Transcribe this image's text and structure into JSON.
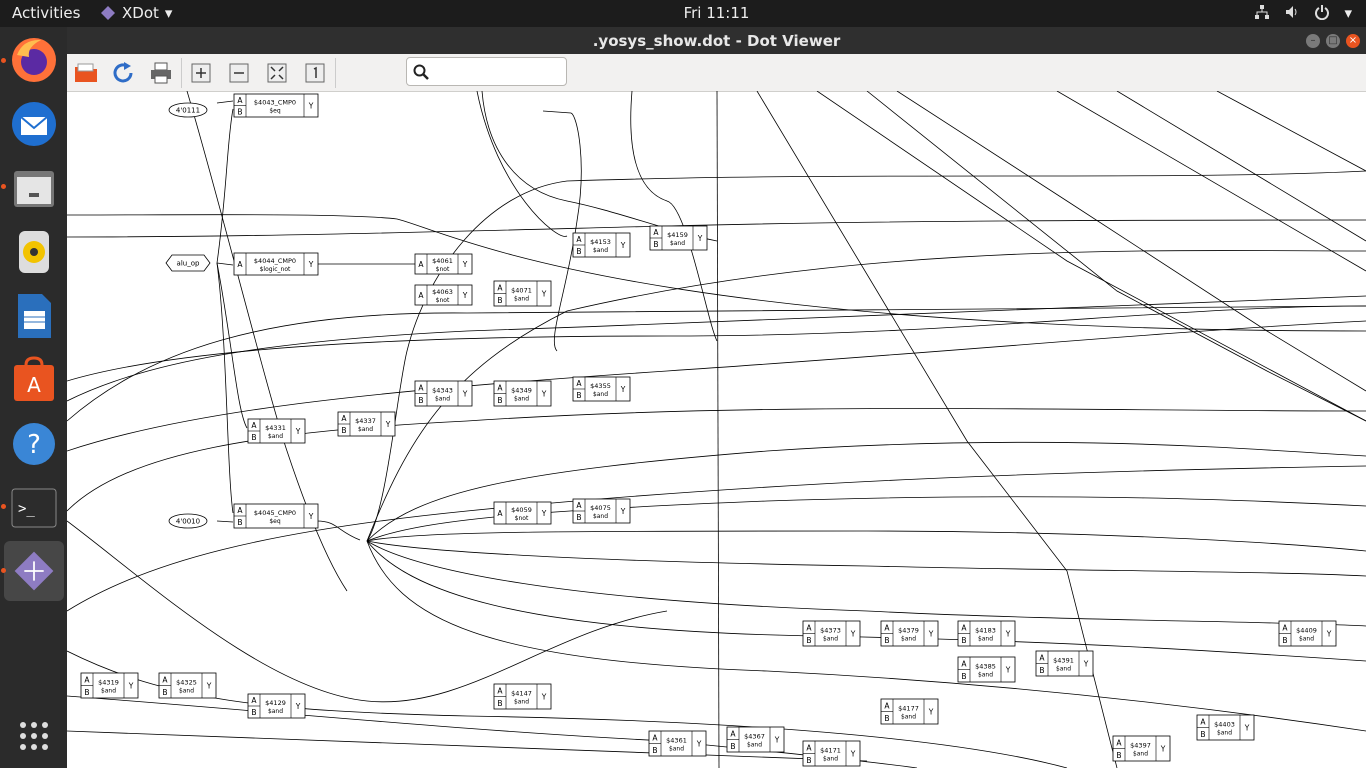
{
  "topbar": {
    "activities": "Activities",
    "app_name": "XDot",
    "clock": "Fri 11:11"
  },
  "dock": {
    "items": [
      "firefox-icon",
      "thunderbird-icon",
      "files-icon",
      "rhythmbox-icon",
      "writer-icon",
      "software-icon",
      "help-icon",
      "terminal-icon",
      "xdot-icon"
    ],
    "show_apps": "show-apps-icon"
  },
  "window": {
    "title": ".yosys_show.dot - Dot Viewer"
  },
  "toolbar": {
    "open": "open-icon",
    "reload": "reload-icon",
    "print": "print-icon",
    "zoom_in": "zoom-in-icon",
    "zoom_out": "zoom-out-icon",
    "zoom_fit": "zoom-fit-icon",
    "zoom_100": "zoom-100-icon",
    "search_value": ""
  },
  "graph": {
    "ellipses": [
      {
        "id": "e1",
        "label": "4'0111"
      },
      {
        "id": "e2",
        "label": "alu_op"
      },
      {
        "id": "e3",
        "label": "4'0010"
      }
    ],
    "cells": [
      {
        "id": "$4043_CMP0",
        "type": "$eq",
        "inputs": [
          "A",
          "B"
        ]
      },
      {
        "id": "$4044_CMP0",
        "type": "$logic_not",
        "inputs": [
          "A"
        ]
      },
      {
        "id": "$4045_CMP0",
        "type": "$eq",
        "inputs": [
          "A",
          "B"
        ]
      },
      {
        "id": "$4061",
        "type": "$not",
        "inputs": [
          "A"
        ]
      },
      {
        "id": "$4063",
        "type": "$not",
        "inputs": [
          "A"
        ]
      },
      {
        "id": "$4071",
        "type": "$and",
        "inputs": [
          "A",
          "B"
        ]
      },
      {
        "id": "$4153",
        "type": "$and",
        "inputs": [
          "A",
          "B"
        ]
      },
      {
        "id": "$4159",
        "type": "$and",
        "inputs": [
          "A",
          "B"
        ]
      },
      {
        "id": "$4343",
        "type": "$and",
        "inputs": [
          "A",
          "B"
        ]
      },
      {
        "id": "$4349",
        "type": "$and",
        "inputs": [
          "A",
          "B"
        ]
      },
      {
        "id": "$4355",
        "type": "$and",
        "inputs": [
          "A",
          "B"
        ]
      },
      {
        "id": "$4331",
        "type": "$and",
        "inputs": [
          "A",
          "B"
        ]
      },
      {
        "id": "$4337",
        "type": "$and",
        "inputs": [
          "A",
          "B"
        ]
      },
      {
        "id": "$4059",
        "type": "$not",
        "inputs": [
          "A"
        ]
      },
      {
        "id": "$4075",
        "type": "$and",
        "inputs": [
          "A",
          "B"
        ]
      },
      {
        "id": "$4373",
        "type": "$and",
        "inputs": [
          "A",
          "B"
        ]
      },
      {
        "id": "$4379",
        "type": "$and",
        "inputs": [
          "A",
          "B"
        ]
      },
      {
        "id": "$4183",
        "type": "$and",
        "inputs": [
          "A",
          "B"
        ]
      },
      {
        "id": "$4385",
        "type": "$and",
        "inputs": [
          "A",
          "B"
        ]
      },
      {
        "id": "$4391",
        "type": "$and",
        "inputs": [
          "A",
          "B"
        ]
      },
      {
        "id": "$4409",
        "type": "$and",
        "inputs": [
          "A",
          "B"
        ]
      },
      {
        "id": "$4319",
        "type": "$and",
        "inputs": [
          "A",
          "B"
        ]
      },
      {
        "id": "$4325",
        "type": "$and",
        "inputs": [
          "A",
          "B"
        ]
      },
      {
        "id": "$4129",
        "type": "$and",
        "inputs": [
          "A",
          "B"
        ]
      },
      {
        "id": "$4147",
        "type": "$and",
        "inputs": [
          "A",
          "B"
        ]
      },
      {
        "id": "$4177",
        "type": "$and",
        "inputs": [
          "A",
          "B"
        ]
      },
      {
        "id": "$4403",
        "type": "$and",
        "inputs": [
          "A",
          "B"
        ]
      },
      {
        "id": "$4361",
        "type": "$and",
        "inputs": [
          "A",
          "B"
        ]
      },
      {
        "id": "$4367",
        "type": "$and",
        "inputs": [
          "A",
          "B"
        ]
      },
      {
        "id": "$4171",
        "type": "$and",
        "inputs": [
          "A",
          "B"
        ]
      },
      {
        "id": "$4397",
        "type": "$and",
        "inputs": [
          "A",
          "B"
        ]
      }
    ]
  }
}
